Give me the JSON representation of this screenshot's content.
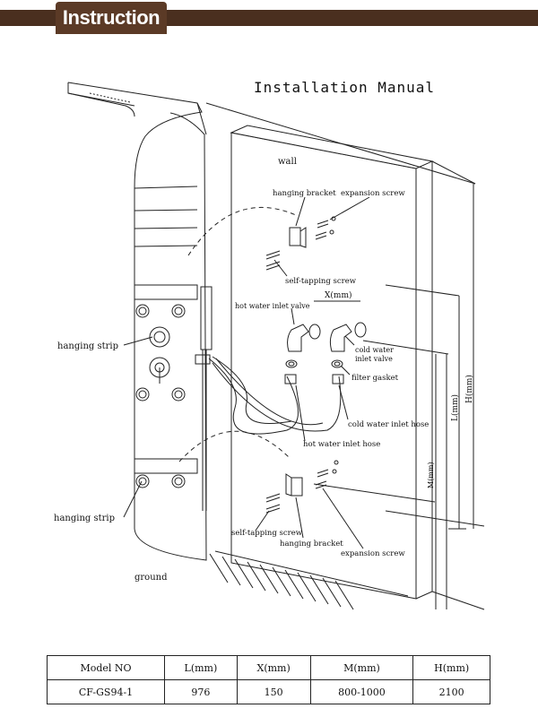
{
  "header": {
    "tab_label": "Instruction"
  },
  "diagram": {
    "title": "Installation Manual",
    "labels": {
      "wall": "wall",
      "hanging_bracket_top": "hanging bracket",
      "expansion_screw_top": "expansion screw",
      "self_tapping_screw_top": "self-tapping screw",
      "x_dimension": "X(mm)",
      "hot_water_inlet_valve": "hot water inlet valve",
      "cold_water_inlet_valve_1": "cold water",
      "cold_water_inlet_valve_2": "inlet valve",
      "filter_gasket": "filter gasket",
      "cold_water_inlet_hose": "cold water inlet hose",
      "hot_water_inlet_hose": "hot water inlet hose",
      "hanging_strip_top": "hanging strip",
      "hanging_strip_bottom": "hanging strip",
      "self_tapping_screw_bottom": "self-tapping screw",
      "hanging_bracket_bottom": "hanging bracket",
      "expansion_screw_bottom": "expansion screw",
      "ground": "ground",
      "l_dimension": "L(mm)",
      "h_dimension": "H(mm)",
      "m_dimension": "M(mm)"
    }
  },
  "spec_table": {
    "headers": [
      "Model NO",
      "L(mm)",
      "X(mm)",
      "M(mm)",
      "H(mm)"
    ],
    "rows": [
      [
        "CF-GS94-1",
        "976",
        "150",
        "800-1000",
        "2100"
      ]
    ]
  }
}
